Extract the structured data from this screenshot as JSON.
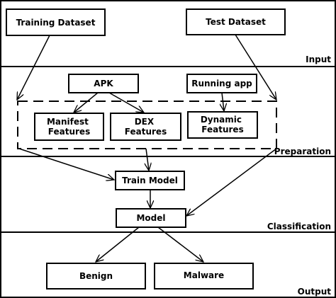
{
  "diagram": {
    "sections": {
      "input": "Input",
      "preparation": "Preparation",
      "classification": "Classification",
      "output": "Output"
    },
    "nodes": {
      "training_dataset": "Training Dataset",
      "test_dataset": "Test Dataset",
      "apk": "APK",
      "running_app": "Running app",
      "manifest_features": [
        "Manifest",
        "Features"
      ],
      "dex_features": [
        "DEX",
        "Features"
      ],
      "dynamic_features": [
        "Dynamic",
        "Features"
      ],
      "train_model": "Train Model",
      "model": "Model",
      "benign": "Benign",
      "malware": "Malware"
    },
    "colors": {
      "stroke": "#000000",
      "fill": "#ffffff",
      "text": "#000000"
    }
  }
}
